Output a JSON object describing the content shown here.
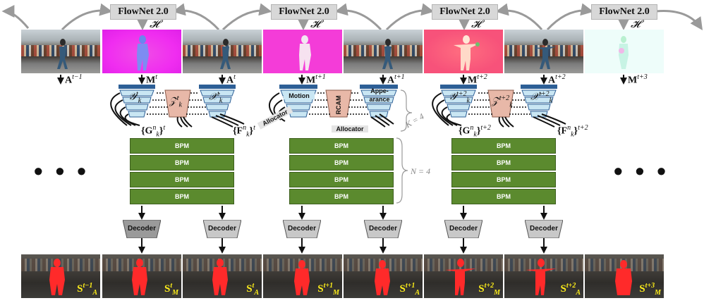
{
  "top": {
    "flownet_label": "FlowNet 2.0",
    "h_label": "𝓗"
  },
  "frame_labels": {
    "A_tm1": "A",
    "A_tm1_sup": "t−1",
    "M_t": "M",
    "M_t_sup": "t",
    "A_t": "A",
    "A_t_sup": "t",
    "M_tp1": "M",
    "M_tp1_sup": "t+1",
    "A_tp1": "A",
    "A_tp1_sup": "t+1",
    "M_tp2": "M",
    "M_tp2_sup": "t+2",
    "A_tp2": "A",
    "A_tp2_sup": "t+2",
    "M_tp3": "M",
    "M_tp3_sup": "t+3"
  },
  "encoder": {
    "y_label": "𝒴",
    "y_sub": "k",
    "y_sup_1": "t",
    "y_sup_3": "t+2",
    "x_label": "𝒳",
    "x_sub": "k",
    "x_sup_1": "t",
    "x_sup_3": "t+2",
    "z_label": "𝒵",
    "z_sub": "k",
    "z_sup_1": "t",
    "z_sup_3": "t+2",
    "g_label": "{G",
    "g_sup": "n",
    "g_sub": "k",
    "g_tail_1": "}",
    "g_tail_sup_1": "t",
    "g_tail_sup_3": "t+2",
    "f_label": "{F",
    "f_sup": "n",
    "f_sub": "k",
    "f_tail": "}",
    "f_tail_sup_1": "t",
    "f_tail_sup_3": "t+2",
    "motion": "Motion",
    "rcam": "RCAM",
    "appearance_1": "Appe-",
    "appearance_2": "arance",
    "allocator_left": "Allocator",
    "allocator_right": "Allocator",
    "k_annot": "K = 4"
  },
  "bpm": {
    "label": "BPM",
    "n_annot": "N = 4"
  },
  "decoder": {
    "label": "Decoder"
  },
  "dots": "• • •",
  "outputs": [
    {
      "sym": "S",
      "sub": "A",
      "sup": "t−1"
    },
    {
      "sym": "S",
      "sub": "M",
      "sup": "t"
    },
    {
      "sym": "S",
      "sub": "A",
      "sup": "t"
    },
    {
      "sym": "S",
      "sub": "M",
      "sup": "t+1"
    },
    {
      "sym": "S",
      "sub": "A",
      "sup": "t+1"
    },
    {
      "sym": "S",
      "sub": "M",
      "sup": "t+2"
    },
    {
      "sym": "S",
      "sub": "A",
      "sup": "t+2"
    },
    {
      "sym": "S",
      "sub": "M",
      "sup": "t+3"
    }
  ],
  "colors": {
    "bpm_fill": "#5b8a2e",
    "decoder_fill": "#c8c8c8",
    "decoder_dark": "#9a9a9a",
    "rcam_fill": "#e8b8a8",
    "pyramid_top": "#2d5f96",
    "pyramid_level": "#c9e6f3",
    "output_label": "#ffef1a",
    "mask_red": "#ff2a2a"
  }
}
